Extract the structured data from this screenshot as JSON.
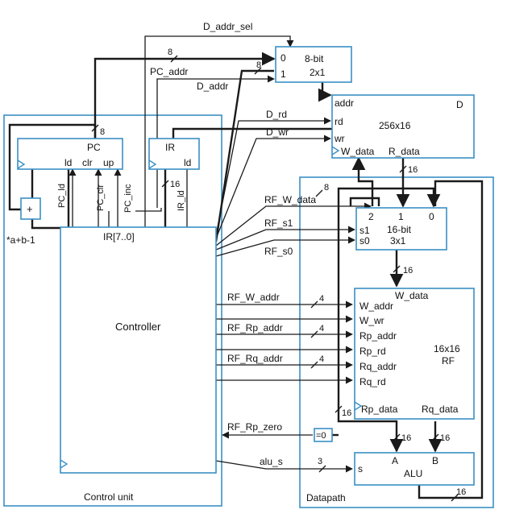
{
  "units": {
    "control_unit": "Control unit",
    "datapath": "Datapath",
    "controller": "Controller"
  },
  "blocks": {
    "pc": {
      "name": "PC",
      "ports": [
        "ld",
        "clr",
        "up"
      ]
    },
    "ir": {
      "name": "IR",
      "port": "ld"
    },
    "adder": {
      "symbol": "+"
    },
    "mux_addr": {
      "line1": "8-bit",
      "line2": "2x1",
      "in0": "0",
      "in1": "1"
    },
    "memory": {
      "name": "D",
      "size": "256x16",
      "ports": [
        "addr",
        "rd",
        "wr",
        "W_data",
        "R_data"
      ]
    },
    "mux_rf": {
      "line1": "16-bit",
      "line2": "3x1",
      "in2": "2",
      "in1": "1",
      "in0": "0",
      "sel1": "s1",
      "sel0": "s0"
    },
    "regfile": {
      "top": "W_data",
      "size": "16x16",
      "name": "RF",
      "ports": [
        "W_addr",
        "W_wr",
        "Rp_addr",
        "Rp_rd",
        "Rq_addr",
        "Rq_rd"
      ],
      "out_p": "Rp_data",
      "out_q": "Rq_data"
    },
    "zero": {
      "label": "=0"
    },
    "alu": {
      "name": "ALU",
      "a": "A",
      "b": "B",
      "s": "s"
    }
  },
  "signals": {
    "d_addr_sel": "D_addr_sel",
    "pc_addr": "PC_addr",
    "d_addr": "D_addr",
    "d_rd": "D_rd",
    "d_wr": "D_wr",
    "rf_w_data": "RF_W_data",
    "rf_s1": "RF_s1",
    "rf_s0": "RF_s0",
    "rf_w_addr": "RF_W_addr",
    "rf_rp_addr": "RF_Rp_addr",
    "rf_rq_addr": "RF_Rq_addr",
    "rf_rp_zero": "RF_Rp_zero",
    "alu_s": "alu_s",
    "pc_ld": "PC_ld",
    "pc_clr": "PC_clr",
    "pc_inc": "PC_inc",
    "ir_ld": "IR_ld",
    "ir_field": "IR[7..0]",
    "expr": "*a+b-1"
  },
  "widths": {
    "w8": "8",
    "w16": "16",
    "w4": "4",
    "w3": "3"
  }
}
